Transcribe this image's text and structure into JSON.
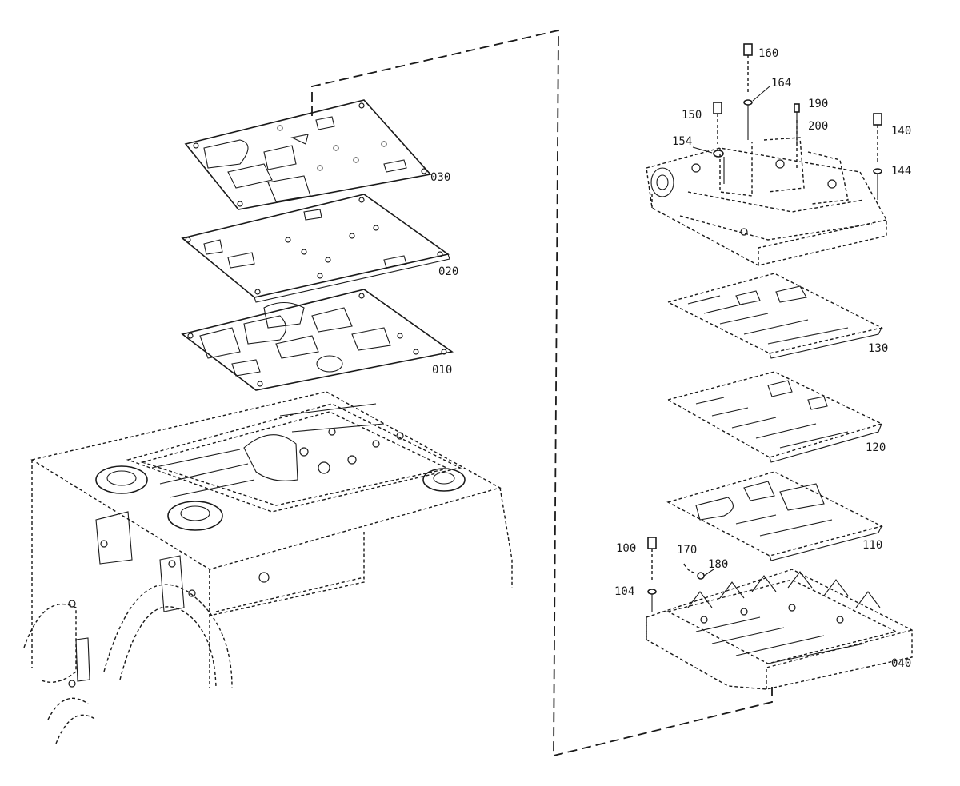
{
  "diagram": {
    "callouts": {
      "p010": "010",
      "p020": "020",
      "p030": "030",
      "p040": "040",
      "p100": "100",
      "p104": "104",
      "p110": "110",
      "p120": "120",
      "p130": "130",
      "p140": "140",
      "p144": "144",
      "p150": "150",
      "p154": "154",
      "p160": "160",
      "p164": "164",
      "p170": "170",
      "p180": "180",
      "p190": "190",
      "p200": "200"
    }
  }
}
